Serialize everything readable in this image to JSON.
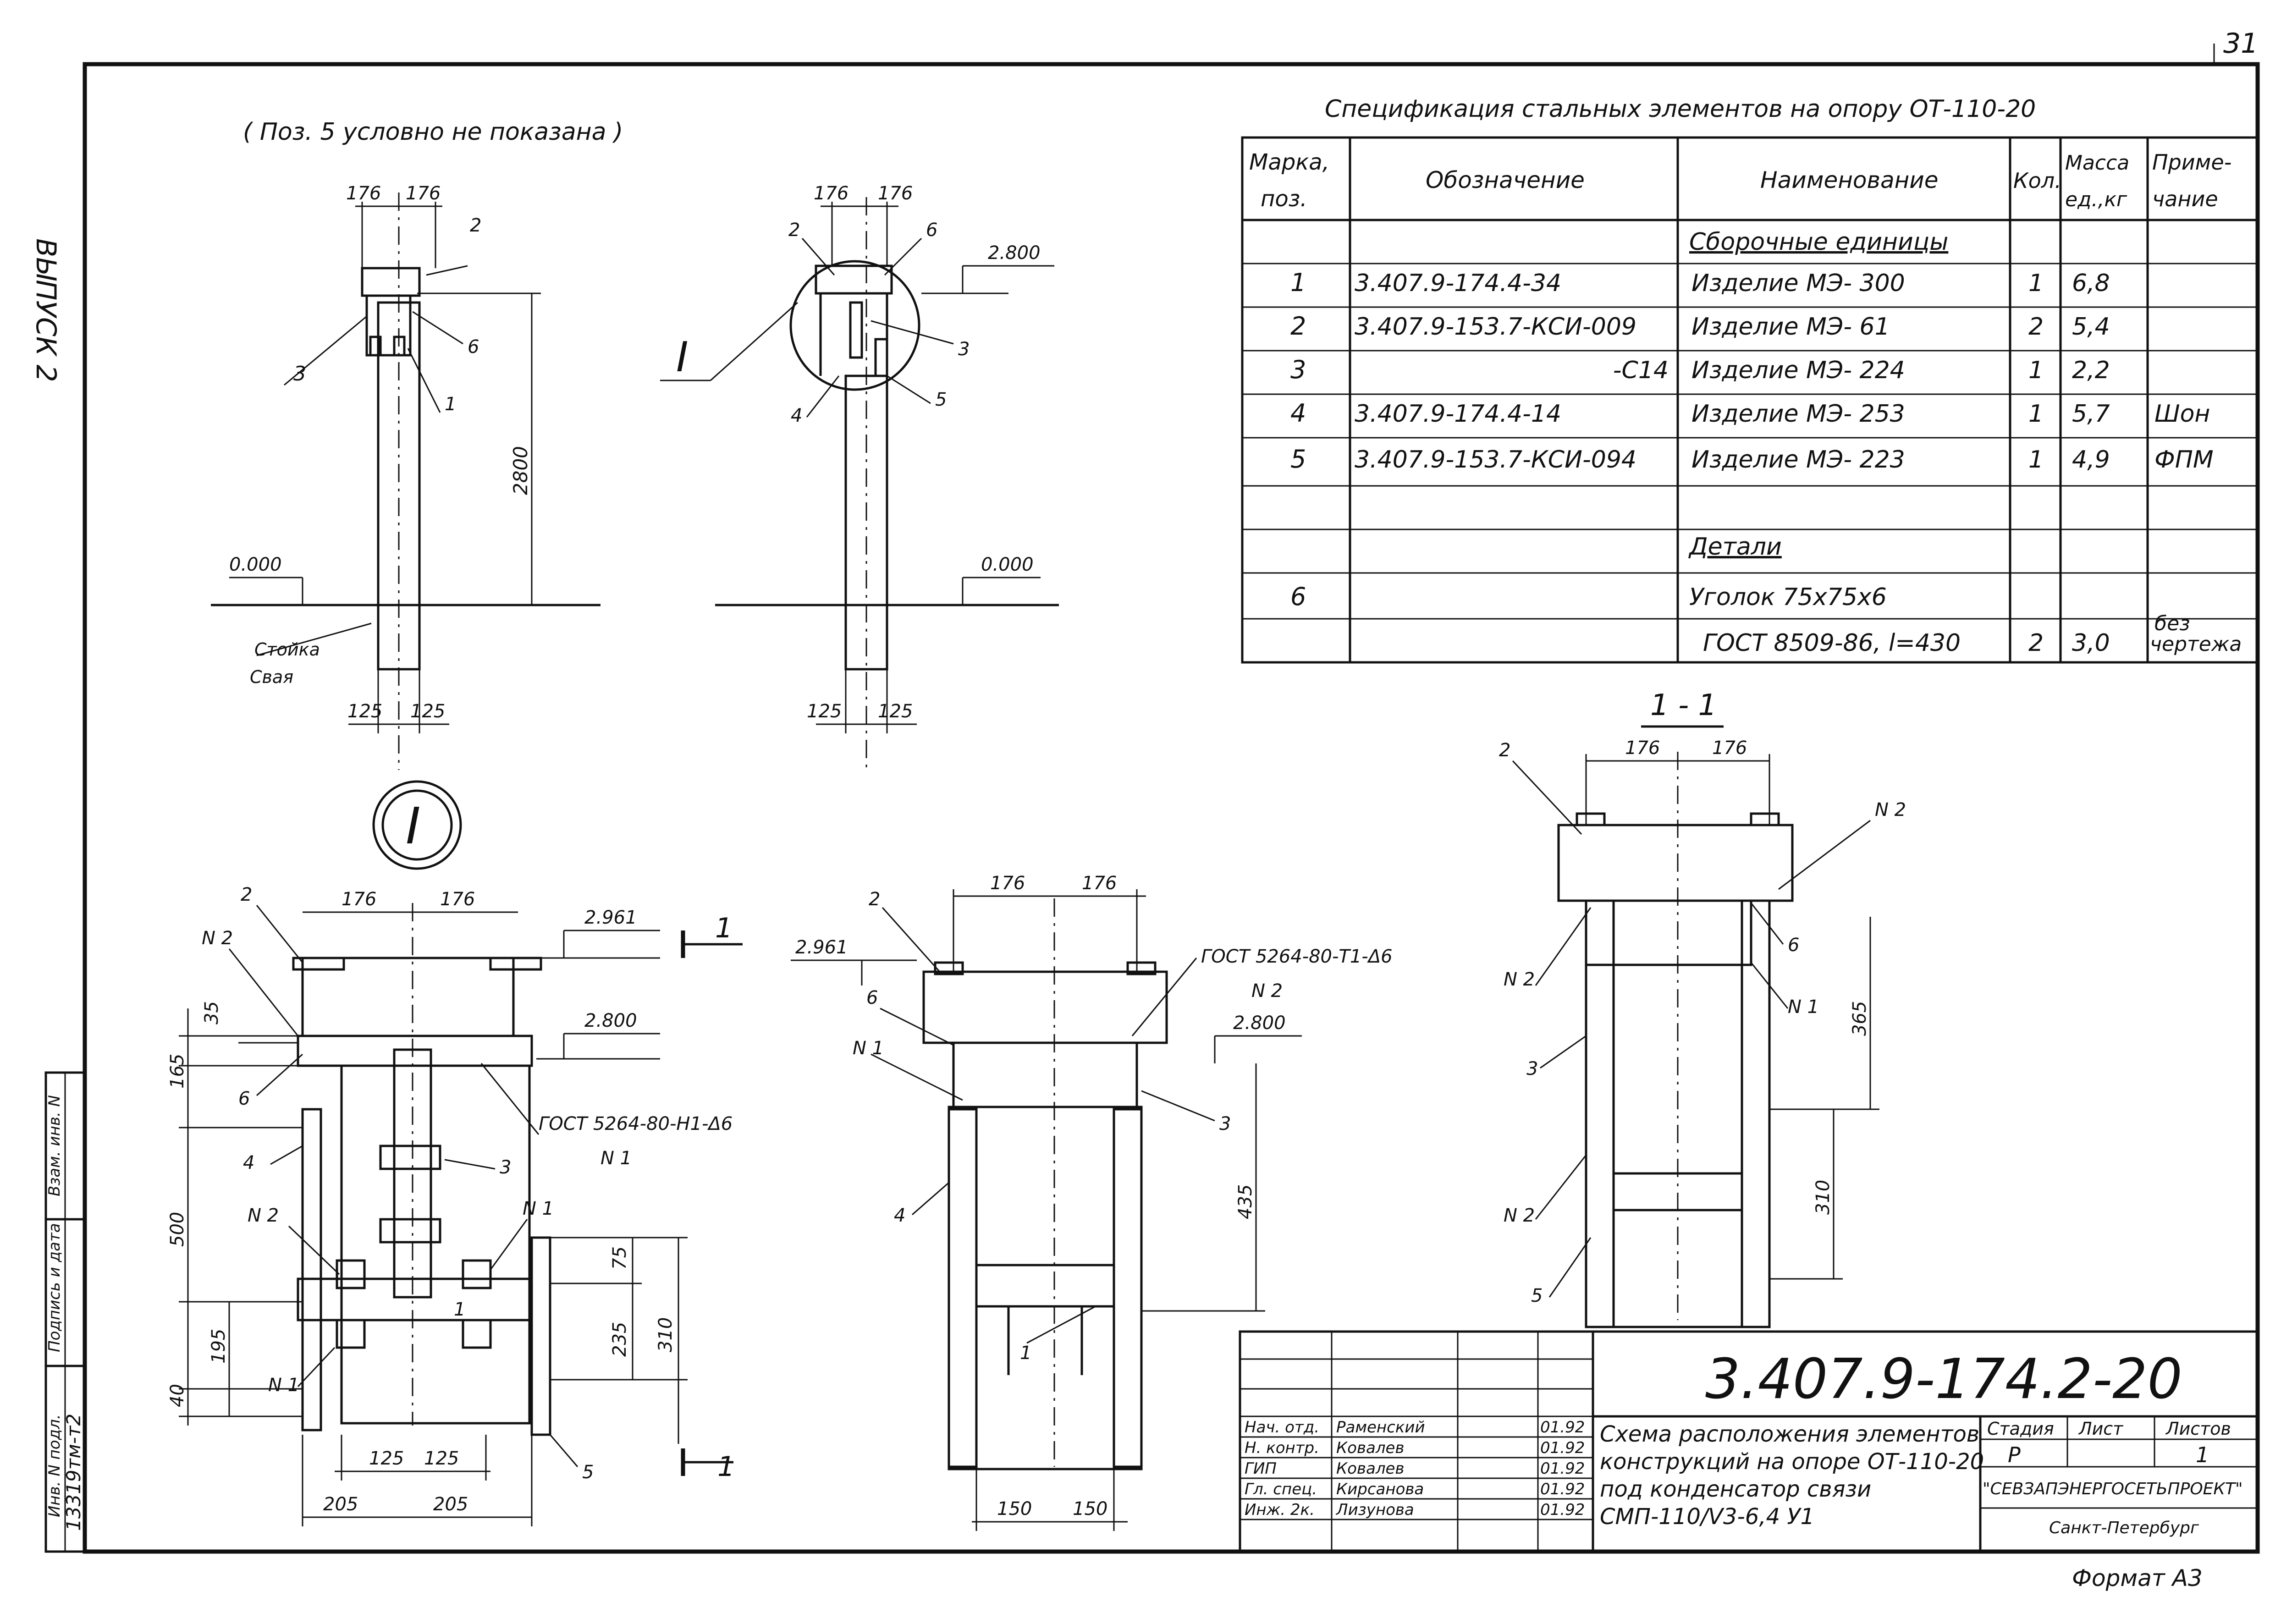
{
  "page_number": "31",
  "side_label": "ВЫПУСК 2",
  "note": "( Поз. 5 условно не показана )",
  "spec": {
    "title": "Спецификация стальных элементов на опору ОТ-110-20",
    "headers": [
      "Марка, поз.",
      "Обозначение",
      "Наименование",
      "Кол.",
      "Масса ед.,кг",
      "Приме- чание"
    ],
    "group_assembly": "Сборочные единицы",
    "group_details": "Детали",
    "rows": [
      {
        "mark": "1",
        "designation": "3.407.9-174.4-34",
        "name": "Изделие МЭ- 300",
        "qty": "1",
        "mass": "6,8",
        "note": ""
      },
      {
        "mark": "2",
        "designation": "3.407.9-153.7-КСИ-009",
        "name": "Изделие МЭ- 61",
        "qty": "2",
        "mass": "5,4",
        "note": ""
      },
      {
        "mark": "3",
        "designation": "-С14",
        "name": "Изделие МЭ- 224",
        "qty": "1",
        "mass": "2,2",
        "note": ""
      },
      {
        "mark": "4",
        "designation": "3.407.9-174.4-14",
        "name": "Изделие МЭ- 253",
        "qty": "1",
        "mass": "5,7",
        "note": "Шон"
      },
      {
        "mark": "5",
        "designation": "3.407.9-153.7-КСИ-094",
        "name": "Изделие МЭ- 223",
        "qty": "1",
        "mass": "4,9",
        "note": "ФПМ"
      }
    ],
    "detail_rows": [
      {
        "mark": "6",
        "designation": "",
        "name": "Уголок 75х75х6",
        "qty": "",
        "mass": "",
        "note": ""
      },
      {
        "mark": "",
        "designation": "",
        "name": "ГОСТ 8509-86, l=430",
        "qty": "2",
        "mass": "3,0",
        "note": "без чертежа"
      }
    ]
  },
  "views": {
    "front": {
      "dim_top_l": "176",
      "dim_top_r": "176",
      "height": "2800",
      "level": "0.000",
      "label_post": "Стойка",
      "label_pile": "Свая",
      "dim_bot_l": "125",
      "dim_bot_r": "125",
      "c2": "2",
      "c6": "6",
      "c3": "3",
      "c1": "1"
    },
    "side": {
      "dim_top_l": "176",
      "dim_top_r": "176",
      "level_top": "2.800",
      "level": "0.000",
      "dim_bot_l": "125",
      "dim_bot_r": "125",
      "c2": "2",
      "c6": "6",
      "c3": "3",
      "c4": "4",
      "c5": "5",
      "detail": "I"
    },
    "detail_label": "I",
    "detail_front": {
      "dim_l": "176",
      "dim_r": "176",
      "lvl1": "2.961",
      "lvl2": "2.800",
      "n2": "N 2",
      "n1": "N 1",
      "weld": "ГОСТ 5264-80-Н1-Δ6",
      "d35": "35",
      "d165": "165",
      "d500": "500",
      "d195": "195",
      "d40": "40",
      "d75": "75",
      "d235": "235",
      "d310": "310",
      "d125a": "125",
      "d125b": "125",
      "d205a": "205",
      "d205b": "205",
      "c2": "2",
      "c6": "6",
      "c4": "4",
      "c3": "3",
      "c5": "5",
      "c1": "1",
      "n2b": "N 2",
      "n1b": "N 1",
      "n1c": "N 1",
      "sec": "1"
    },
    "detail_side": {
      "dim_l": "176",
      "dim_r": "176",
      "lvl1": "2.961",
      "lvl2": "2.800",
      "weld": "ГОСТ 5264-80-Т1-Δ6",
      "n2": "N 2",
      "n1": "N 1",
      "d435": "435",
      "d150a": "150",
      "d150b": "150",
      "c2": "2",
      "c6": "6",
      "c4": "4",
      "c3": "3",
      "c1": "1"
    },
    "section": {
      "title": "1 - 1",
      "dim_l": "176",
      "dim_r": "176",
      "n2a": "N 2",
      "n2b": "N 2",
      "n2c": "N 2",
      "n1": "N 1",
      "d365": "365",
      "d310": "310",
      "c2": "2",
      "c6": "6",
      "c3": "3",
      "c5": "5"
    }
  },
  "stamp": {
    "code": "3.407.9-174.2-20",
    "title": [
      "Схема расположения элементов",
      "конструкций на опоре ОТ-110-20",
      "под конденсатор связи",
      "СМП-110/V3-6,4 У1"
    ],
    "stage_label": "Стадия",
    "sheet_label": "Лист",
    "sheets_label": "Листов",
    "stage": "Р",
    "sheet": "",
    "sheets": "1",
    "org": "\"СЕВЗАПЭНЕРГОСЕТЬПРОЕКТ\"",
    "city": "Санкт-Петербург",
    "people": [
      {
        "role": "Нач. отд.",
        "name": "Раменский",
        "date": "01.92"
      },
      {
        "role": "Н. контр.",
        "name": "Ковалев",
        "date": "01.92"
      },
      {
        "role": "ГИП",
        "name": "Ковалев",
        "date": "01.92"
      },
      {
        "role": "Гл. спец.",
        "name": "Кирсанова",
        "date": "01.92"
      },
      {
        "role": "Инж. 2к.",
        "name": "Лизунова",
        "date": "01.92"
      }
    ],
    "left_fields": [
      "Взам. инв. N",
      "Подпись и дата",
      "Инв. N подл."
    ],
    "inv": "13319тм-т2"
  },
  "format": "Формат А3"
}
